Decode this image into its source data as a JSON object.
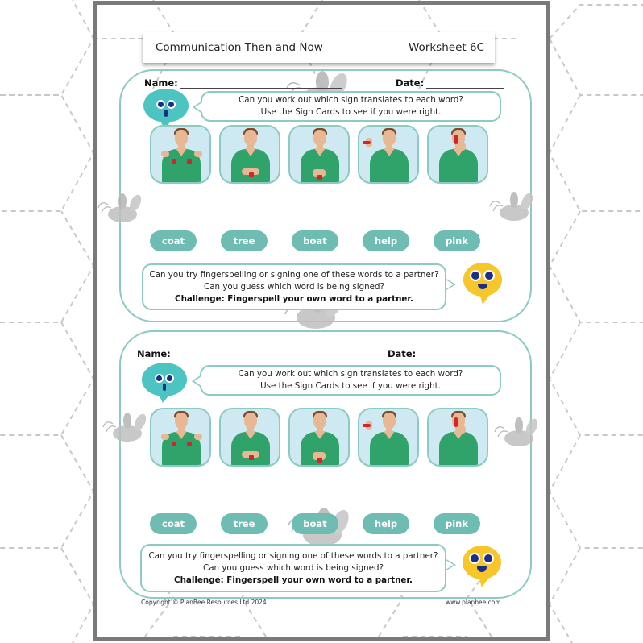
{
  "header": {
    "title": "Communication Then and Now",
    "worksheet": "Worksheet 6C"
  },
  "colors": {
    "teal_border": "#8ccac4",
    "word_pill": "#6fbcb3",
    "owl": "#4cc4c1",
    "chick": "#f6c62a",
    "card_bg": "#cfe9f2",
    "shirt": "#2fa36a",
    "frame": "#7a7a7a"
  },
  "worksheets": [
    {
      "name_label": "Name:",
      "date_label": "Date:",
      "instructions": {
        "line1": "Can you work out which sign translates to each word?",
        "line2": "Use the Sign Cards to see if you were right."
      },
      "sign_cards": [
        {
          "icon": "sign-coat-illustration"
        },
        {
          "icon": "sign-tree-illustration"
        },
        {
          "icon": "sign-boat-illustration"
        },
        {
          "icon": "sign-help-illustration"
        },
        {
          "icon": "sign-pink-illustration"
        }
      ],
      "words": [
        "coat",
        "tree",
        "boat",
        "help",
        "pink"
      ],
      "challenge": {
        "line1": "Can you try fingerspelling or signing one of these words to a partner?",
        "line2": "Can you guess which word is being signed?",
        "line3": "Challenge: Fingerspell your own word to a partner."
      }
    },
    {
      "name_label": "Name:",
      "date_label": "Date:",
      "instructions": {
        "line1": "Can you work out which sign translates to each word?",
        "line2": "Use the Sign Cards to see if you were right."
      },
      "sign_cards": [
        {
          "icon": "sign-coat-illustration"
        },
        {
          "icon": "sign-tree-illustration"
        },
        {
          "icon": "sign-boat-illustration"
        },
        {
          "icon": "sign-help-illustration"
        },
        {
          "icon": "sign-pink-illustration"
        }
      ],
      "words": [
        "coat",
        "tree",
        "boat",
        "help",
        "pink"
      ],
      "challenge": {
        "line1": "Can you try fingerspelling or signing one of these words to a partner?",
        "line2": "Can you guess which word is being signed?",
        "line3": "Challenge: Fingerspell your own word to a partner."
      }
    }
  ],
  "footer": {
    "copyright": "Copyright © PlanBee Resources Ltd 2024",
    "website": "www.planbee.com"
  }
}
